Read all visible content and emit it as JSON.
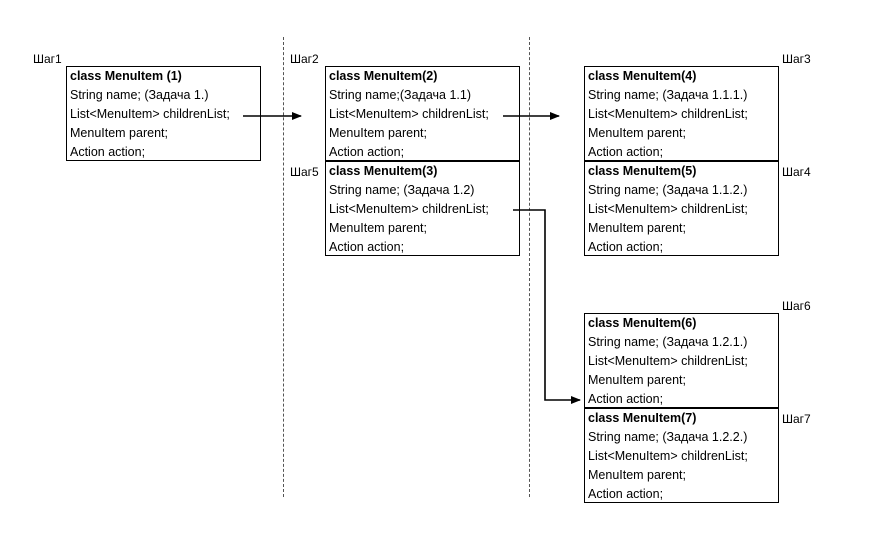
{
  "steps": [
    {
      "id": "s1",
      "label": "Шаг1"
    },
    {
      "id": "s2",
      "label": "Шаг2"
    },
    {
      "id": "s3",
      "label": "Шаг3"
    },
    {
      "id": "s4",
      "label": "Шаг4"
    },
    {
      "id": "s5",
      "label": "Шаг5"
    },
    {
      "id": "s6",
      "label": "Шаг6"
    },
    {
      "id": "s7",
      "label": "Шаг7"
    }
  ],
  "boxes": [
    {
      "id": "b1",
      "title": "class MenuItem (1)",
      "lines": [
        "String name; (Задача 1.)",
        "List<MenuItem> childrenList;",
        "MenuItem parent;",
        "Action action;"
      ]
    },
    {
      "id": "b2",
      "title": "class MenuItem(2)",
      "lines": [
        "String name;(Задача 1.1)",
        "List<MenuItem> childrenList;",
        "MenuItem parent;",
        "Action action;"
      ]
    },
    {
      "id": "b3",
      "title": "class MenuItem(3)",
      "lines": [
        "String name; (Задача 1.2)",
        "List<MenuItem> childrenList;",
        "MenuItem parent;",
        "Action action;"
      ]
    },
    {
      "id": "b4",
      "title": "class MenuItem(4)",
      "lines": [
        "String name; (Задача 1.1.1.)",
        "List<MenuItem> childrenList;",
        "MenuItem parent;",
        "Action action;"
      ]
    },
    {
      "id": "b5",
      "title": "class MenuItem(5)",
      "lines": [
        "String name; (Задача 1.1.2.)",
        "List<MenuItem> childrenList;",
        "MenuItem parent;",
        "Action action;"
      ]
    },
    {
      "id": "b6",
      "title": "class MenuItem(6)",
      "lines": [
        "String name; (Задача 1.2.1.)",
        "List<MenuItem> childrenList;",
        "MenuItem parent;",
        "Action action;"
      ]
    },
    {
      "id": "b7",
      "title": "class MenuItem(7)",
      "lines": [
        "String name; (Задача 1.2.2.)",
        "List<MenuItem> childrenList;",
        "MenuItem parent;",
        "Action action;"
      ]
    }
  ],
  "colors": {
    "line": "#000000",
    "separator": "#555555"
  }
}
